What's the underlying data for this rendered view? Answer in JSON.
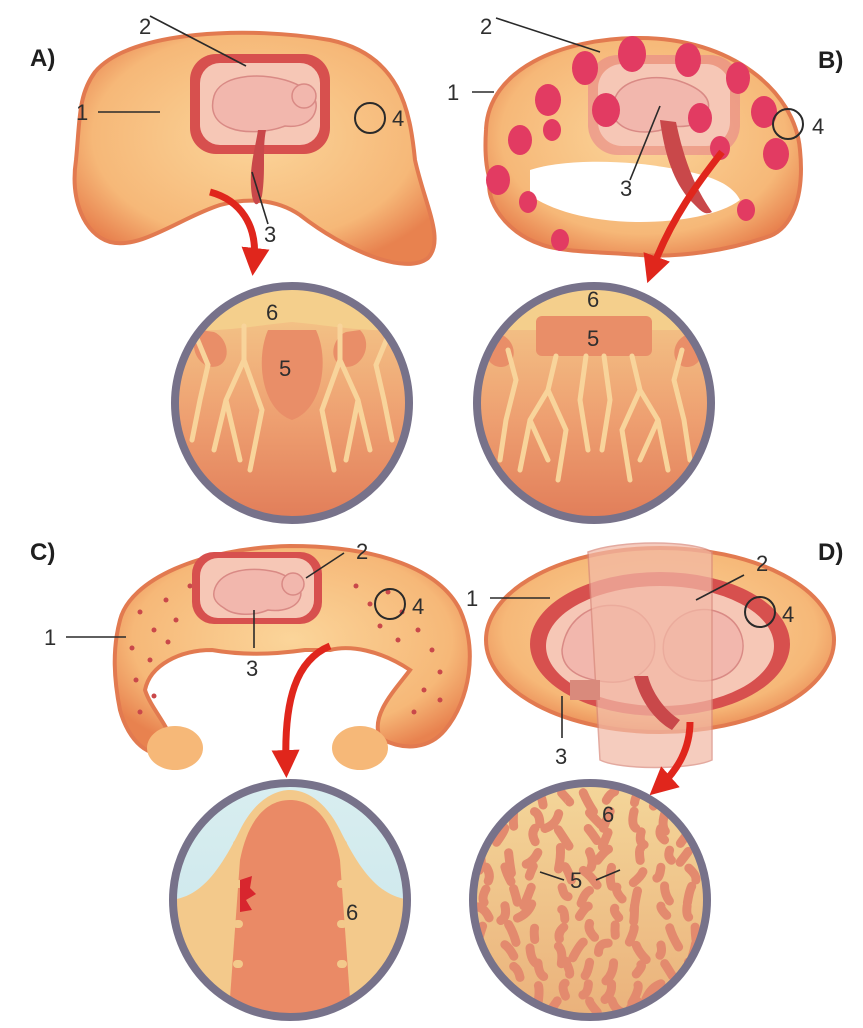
{
  "panels": [
    {
      "letter": "A)",
      "labels": {
        "n1": "1",
        "n2": "2",
        "n3": "3",
        "n4": "4",
        "n5": "5",
        "n6": "6"
      }
    },
    {
      "letter": "B)",
      "labels": {
        "n1": "1",
        "n2": "2",
        "n3": "3",
        "n4": "4",
        "n5": "5",
        "n6": "6"
      }
    },
    {
      "letter": "C)",
      "labels": {
        "n1": "1",
        "n2": "2",
        "n3": "3",
        "n4": "4",
        "n6": "6"
      }
    },
    {
      "letter": "D)",
      "labels": {
        "n1": "1",
        "n2": "2",
        "n3": "3",
        "n4": "4",
        "n5": "5",
        "n6": "6"
      }
    }
  ],
  "colors": {
    "tissue_light": "#f7c98a",
    "tissue_mid": "#f3a66c",
    "tissue_dark": "#e2734c",
    "vessel": "#d8585a",
    "cotyledon": "#e23b62",
    "fetus": "#f2b7ad",
    "lens_border": "#77728a",
    "arrow": "#e0261c"
  }
}
